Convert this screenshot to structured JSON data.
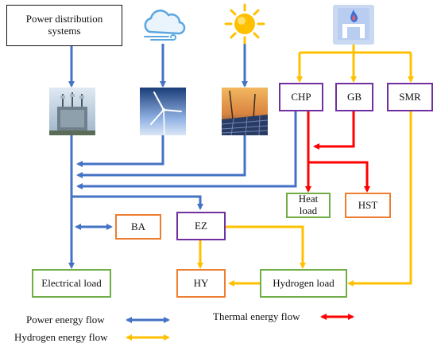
{
  "colors": {
    "power": "#4472c4",
    "hydrogen": "#ffc000",
    "thermal": "#ff0000",
    "source_border": "#7030a0",
    "load_border": "#70ad47",
    "storage_border": "#ed7d31"
  },
  "nodes": {
    "pds": "Power distribution systems",
    "chp": "CHP",
    "gb": "GB",
    "smr": "SMR",
    "heat_load": "Heat load",
    "hst": "HST",
    "ba": "BA",
    "ez": "EZ",
    "electrical_load": "Electrical load",
    "hy": "HY",
    "hydrogen_load": "Hydrogen load"
  },
  "icons": {
    "wind": "cloud-wind-icon",
    "sun": "sun-icon",
    "gas": "gas-flame-icon",
    "transformer": "transformer-photo",
    "turbine": "wind-turbine-photo",
    "pv": "solar-panel-photo"
  },
  "legend": {
    "power": "Power energy flow",
    "hydrogen": "Hydrogen energy flow",
    "thermal": "Thermal energy flow"
  }
}
